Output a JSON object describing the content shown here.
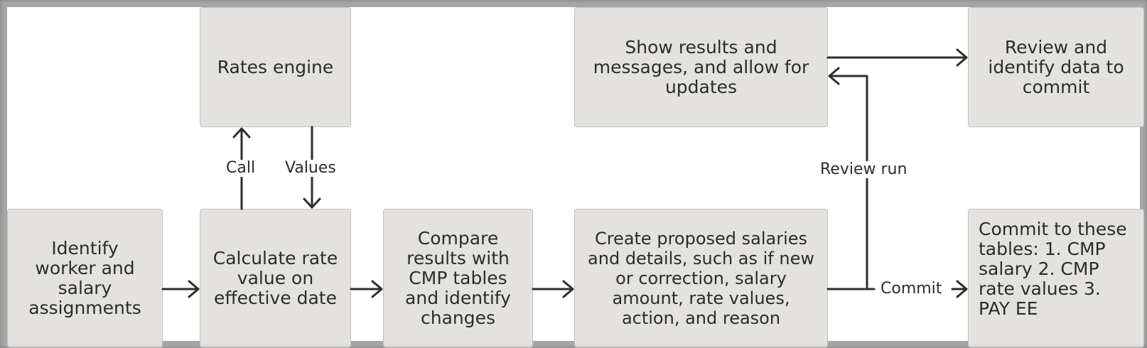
{
  "nodes": {
    "rates_engine": "Rates engine",
    "show_results": "Show results and messages, and allow for updates",
    "review_identify": "Review and identify data to commit",
    "identify_worker": "Identify worker and salary assignments",
    "calculate_rate": "Calculate rate value on effective date",
    "compare_results": "Compare results with CMP tables and identify changes",
    "create_proposed": "Create proposed salaries and details, such as if new or correction, salary amount, rate values, action, and reason",
    "commit_tables": "Commit to these tables: 1. CMP salary 2. CMP rate values 3. PAY EE"
  },
  "edges": {
    "call": "Call",
    "values": "Values",
    "review_run": "Review run",
    "commit": "Commit"
  }
}
